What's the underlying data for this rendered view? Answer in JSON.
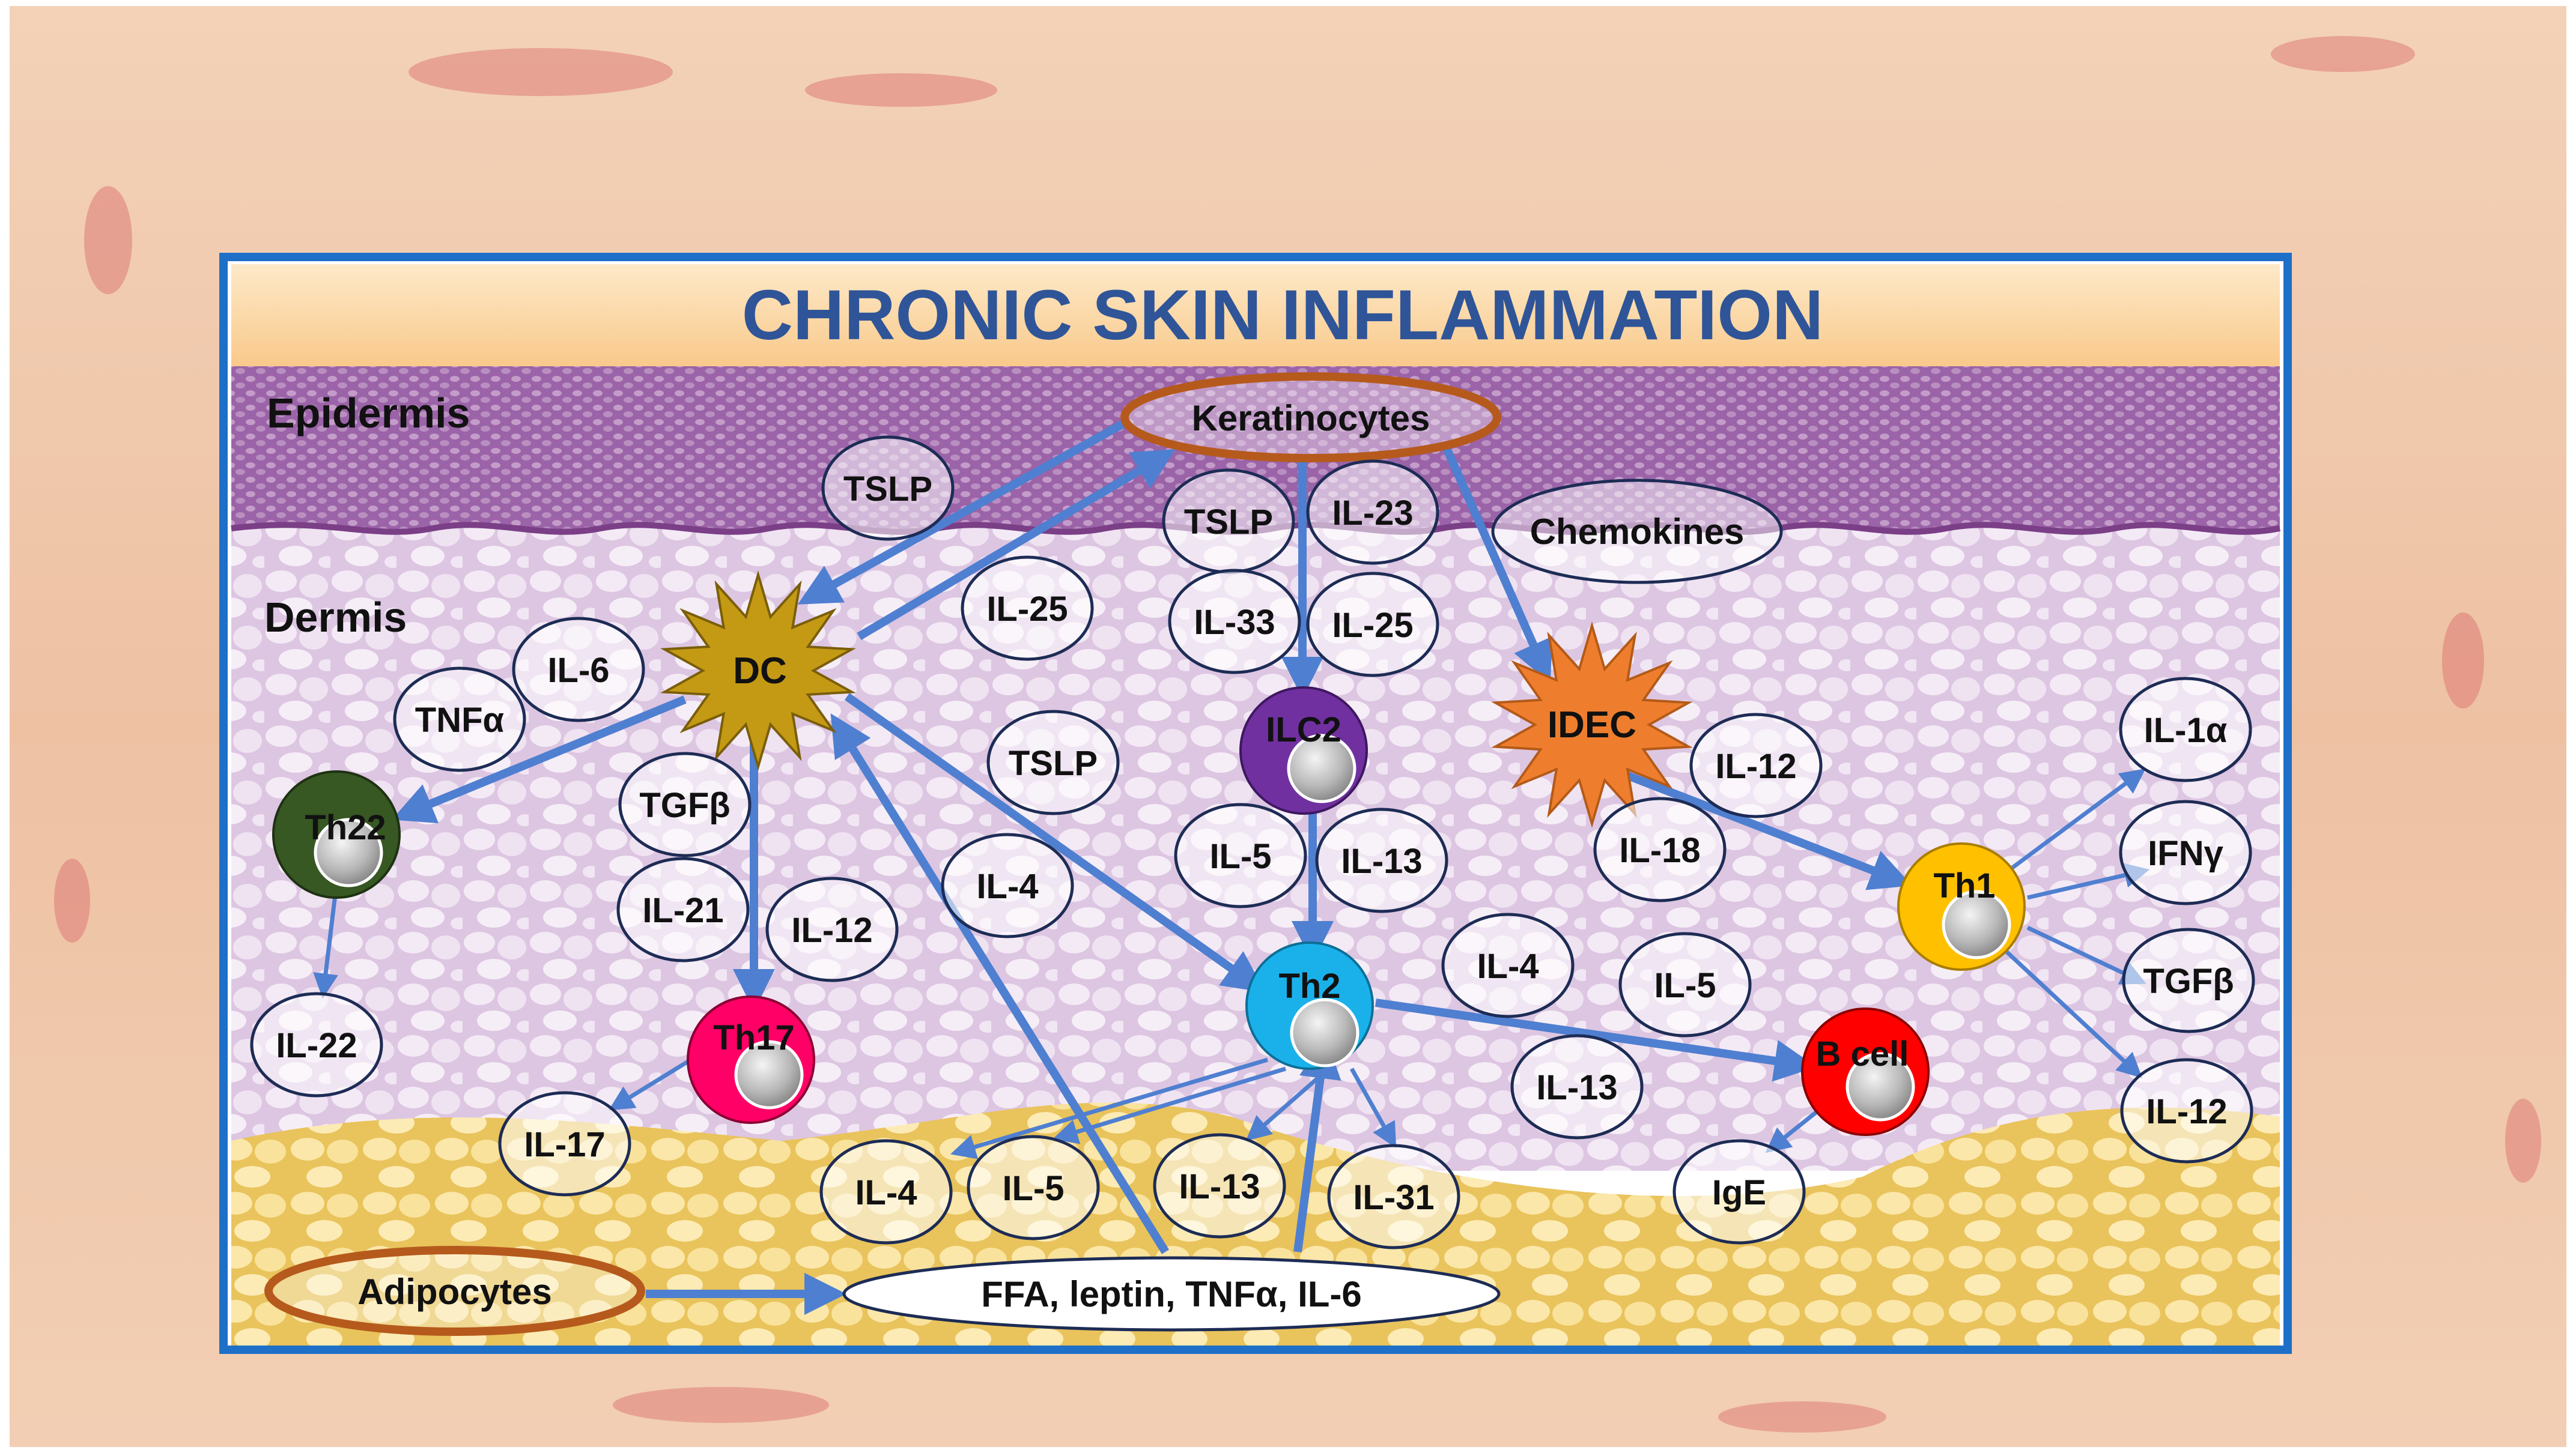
{
  "title": "CHRONIC SKIN INFLAMMATION",
  "layers": {
    "epidermis": "Epidermis",
    "dermis": "Dermis"
  },
  "sources": {
    "keratinocytes": "Keratinocytes",
    "adipocytes": "Adipocytes",
    "adipokines": "FFA, leptin, TNFα, IL-6",
    "chemokines": "Chemokines"
  },
  "cells": {
    "dc": "DC",
    "idec": "IDEC",
    "ilc2": "ILC2",
    "th22": "Th22",
    "th17": "Th17",
    "th2": "Th2",
    "th1": "Th1",
    "bcell": "B cell"
  },
  "cytokines": {
    "tslp_a": "TSLP",
    "tslp_b": "TSLP",
    "il23": "IL-23",
    "il33": "IL-33",
    "il25_a": "IL-25",
    "il25_b": "IL-25",
    "il6": "IL-6",
    "tnfa": "TNFα",
    "tgfb_a": "TGFβ",
    "il21": "IL-21",
    "il12_a": "IL-12",
    "tslp_c": "TSLP",
    "il4_a": "IL-4",
    "il5_a": "IL-5",
    "il13_a": "IL-13",
    "il12_b": "IL-12",
    "il18": "IL-18",
    "il4_b": "IL-4",
    "il5_b": "IL-5",
    "il13_b": "IL-13",
    "il22": "IL-22",
    "il17": "IL-17",
    "il4_c": "IL-4",
    "il5_c": "IL-5",
    "il13_c": "IL-13",
    "il31": "IL-31",
    "ige": "IgE",
    "il1a": "IL-1α",
    "ifng": "IFNγ",
    "tgfb_b": "TGFβ",
    "il12_c": "IL-12"
  },
  "colors": {
    "frame": "#1e6fc8",
    "arrow": "#4f7fd0",
    "title": "#2f5598",
    "title_band": "#fbd8a0",
    "epidermis": "#9a5ea6",
    "dermis": "#eddcf0",
    "fat": "#f7e3a4",
    "skin": "#f0c8aa",
    "source_ring": "#b55a1c",
    "dc": "#c49a14",
    "idec": "#ee7e2e",
    "ilc2": "#7030a0",
    "th22": "#375723",
    "th17": "#ff0066",
    "th2": "#1ab1eb",
    "th1": "#ffc000",
    "bcell": "#ff0000"
  }
}
